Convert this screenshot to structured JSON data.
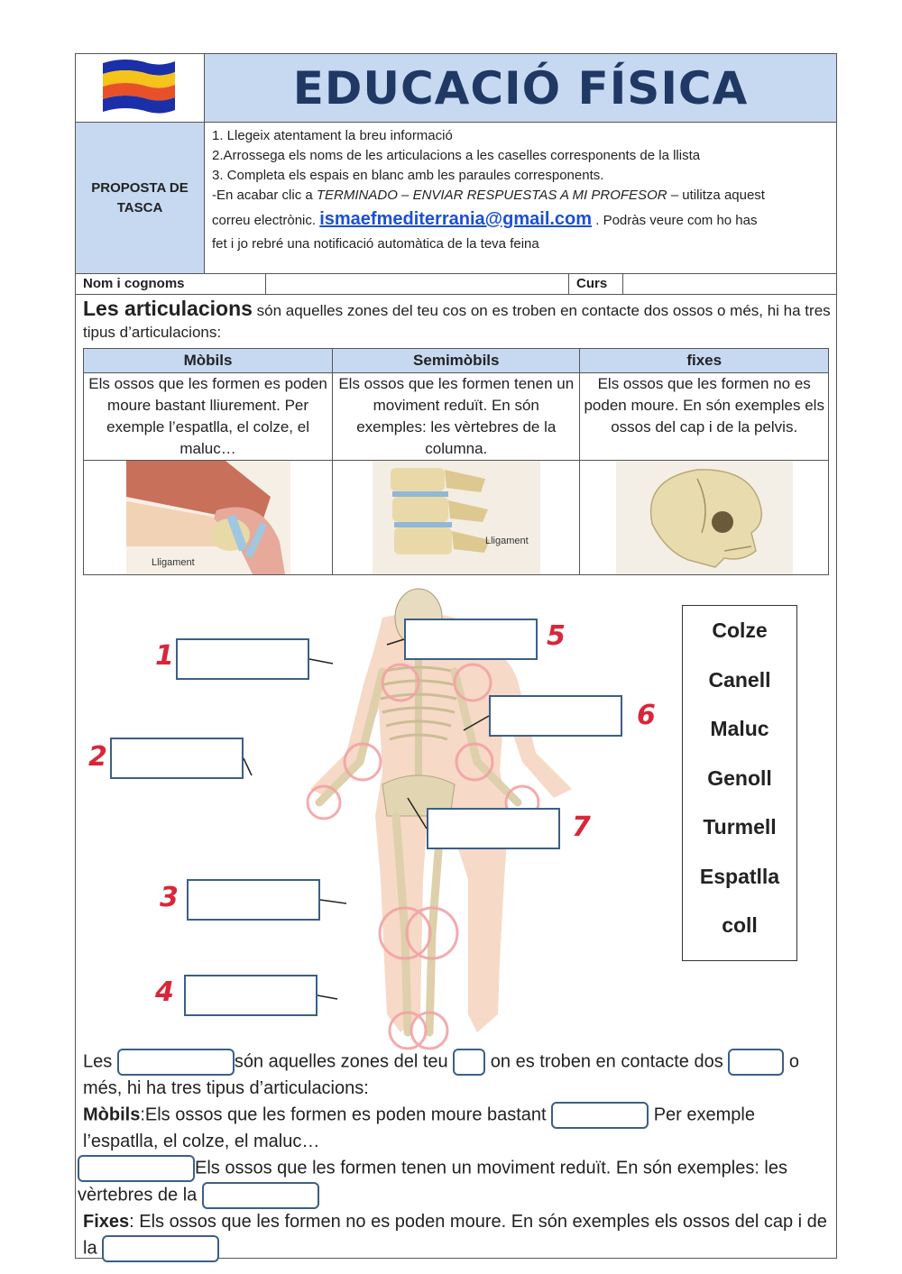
{
  "header": {
    "title": "EDUCACIÓ FÍSICA"
  },
  "task": {
    "label": "PROPOSTA DE TASCA",
    "line1": "1. Llegeix atentament la breu  informació",
    "line2": "2.Arrossega els noms de les articulacions a les caselles corresponents de la llista",
    "line3": "3. Completa els espais en blanc amb les paraules corresponents.",
    "line4_pre": "-En acabar clic a ",
    "line4_italic": "TERMINADO – ENVIAR RESPUESTAS A MI PROFESOR",
    "line4_post": " – utilitza aquest",
    "line5_pre": "correu electrònic. ",
    "email": "ismaefmediterrania@gmail.com",
    "line5_post": " . Podràs veure com ho has",
    "line6": "fet i jo rebré una notificació automàtica de la teva feina"
  },
  "form": {
    "name_label": "Nom i cognoms",
    "course_label": "Curs"
  },
  "intro": {
    "bold": "Les articulacions",
    "text": " són aquelles zones del teu cos on es troben en contacte dos ossos o més, hi ha tres tipus d’articulacions:"
  },
  "types_table": {
    "headers": [
      "Mòbils",
      "Semimòbils",
      "fixes"
    ],
    "descriptions": [
      "Els ossos que les formen es poden moure bastant lliurement. Per exemple l’espatlla, el colze, el maluc…",
      "Els ossos que les formen tenen un moviment reduït. En són exemples: les vèrtebres de la columna.",
      "Els ossos que les formen no es poden moure. En són exemples els ossos del cap i de la pelvis."
    ],
    "figure_labels": [
      "Lligament",
      "Lligament"
    ]
  },
  "numbers": [
    "1",
    "2",
    "3",
    "4",
    "5",
    "6",
    "7"
  ],
  "word_bank": [
    "Colze",
    "Canell",
    "Maluc",
    "Genoll",
    "Turmell",
    "Espatlla",
    "coll"
  ],
  "fill_in": {
    "p1_a": "Les ",
    "p1_b": "són aquelles zones del teu ",
    "p1_c": " on es troben en contacte dos ",
    "p1_d": " o més, hi ha tres tipus d’articulacions:",
    "p2_bold": "Mòbils",
    "p2_a": ":Els ossos que les formen es poden moure bastant ",
    "p2_b": " Per exemple l’espatlla, el colze, el maluc…",
    "p3_a": "Els ossos que les formen tenen un moviment reduït. En són exemples: les vèrtebres de la ",
    "p4_bold": "Fixes",
    "p4_a": ": Els ossos que les formen no es poden moure. En són exemples els ossos del cap i de la "
  },
  "colors": {
    "header_bg": "#c6d9f1",
    "title": "#1f3864",
    "email": "#1a4fd6",
    "numbers": "#d9263a",
    "dropbox_border": "#3b5f87"
  }
}
